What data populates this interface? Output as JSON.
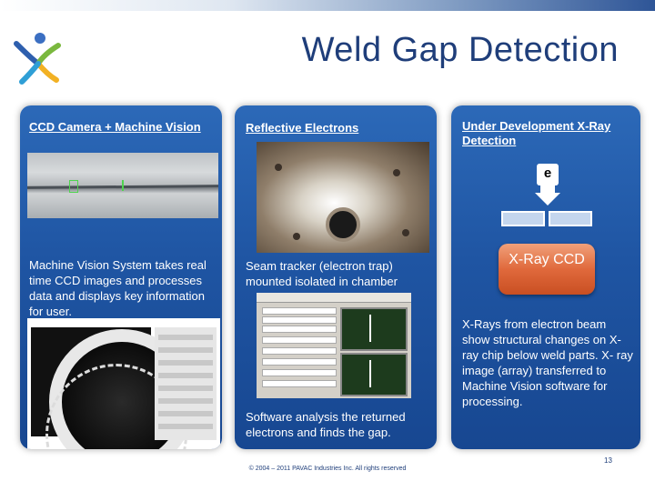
{
  "slide": {
    "title": "Weld Gap Detection",
    "page_number": "13",
    "footer": "© 2004 – 2011 PAVAC Industries Inc. All rights reserved"
  },
  "panels": [
    {
      "title": "CCD Camera + Machine Vision",
      "text": " Machine Vision System takes real time CCD images and processes data and displays key information for user."
    },
    {
      "title": "Reflective Electrons",
      "text_top": "Seam tracker (electron trap) mounted isolated in chamber",
      "text_bottom": "Software analysis the returned electrons and finds the gap."
    },
    {
      "title": "Under Development X-Ray Detection",
      "emitter_label": "e",
      "ccd_label": "X-Ray CCD",
      "text": "X-Rays from electron beam show structural changes on X- ray chip below weld parts. X- ray image (array) transferred to Machine Vision software for processing."
    }
  ],
  "colors": {
    "title": "#1f3e7a",
    "panel": "#1f55a3",
    "ccd_box": "#e0693c"
  }
}
